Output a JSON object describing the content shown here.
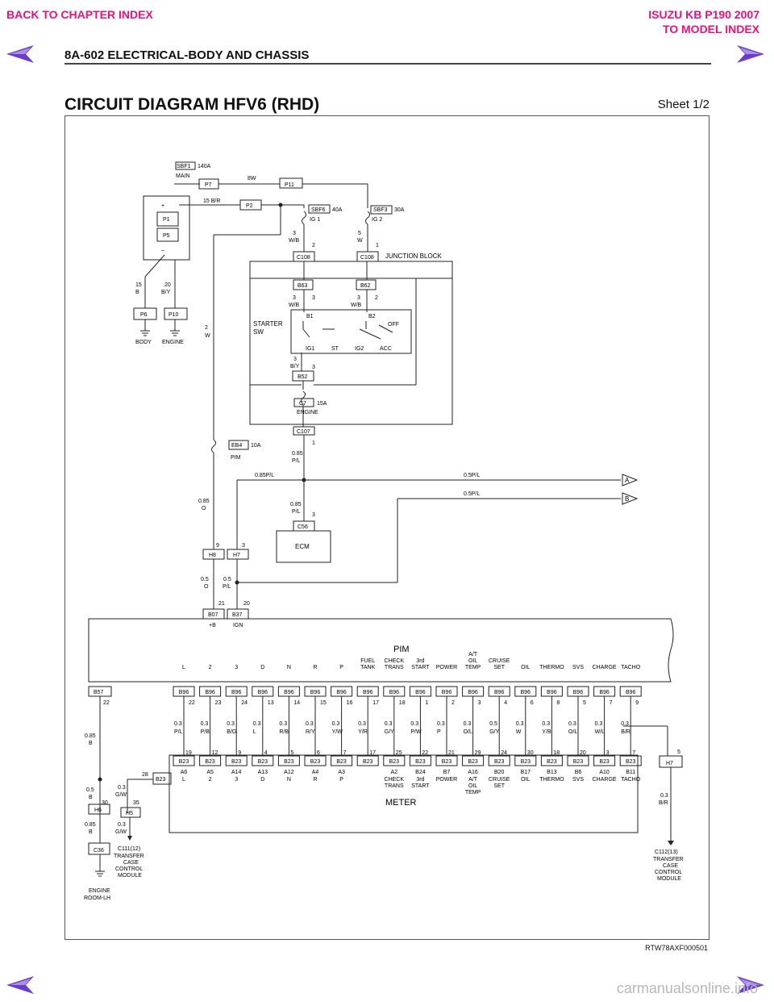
{
  "nav": {
    "back": "BACK TO CHAPTER INDEX",
    "model_title": "ISUZU KB P190 2007",
    "model_link": "TO MODEL INDEX",
    "accent": "#e8127a",
    "arrow_color": "#6a3cc8"
  },
  "header": {
    "section": "8A-602  ELECTRICAL-BODY AND CHASSIS",
    "title": "CIRCUIT DIAGRAM HFV6 (RHD)",
    "sheet": "Sheet 1/2"
  },
  "footer": {
    "code": "RTW78AXF000501",
    "watermark": "carmanualsonline.info"
  },
  "diagram": {
    "battery": {
      "plus": "+",
      "minus": "–",
      "p1": "P1",
      "p5": "P5"
    },
    "main_fuse": {
      "id": "SBF1",
      "rating": "140A",
      "label": "MAIN",
      "conn": "P7"
    },
    "wire_8w": "8W",
    "p11": "P11",
    "wire_15br": "15 B/R",
    "p2": "P2",
    "sbf6": {
      "id": "SBF6",
      "rating": "40A",
      "label": "IG 1"
    },
    "sbf3": {
      "id": "SBF3",
      "rating": "30A",
      "label": "IG 2"
    },
    "ground_left": {
      "wire_size": "15",
      "wire_color": "B",
      "conn": "P6",
      "label": "BODY"
    },
    "ground_right": {
      "wire_size": "20",
      "wire_color": "B/Y",
      "conn": "P10",
      "label": "ENGINE"
    },
    "wire_2w": {
      "size": "2",
      "color": "W"
    },
    "w_3wb": {
      "size": "3",
      "color": "W/B",
      "pin": "2"
    },
    "w_5w": {
      "size": "5",
      "color": "W",
      "pin": "1"
    },
    "c108": "C108",
    "junction_block": "JUNCTION BLOCK",
    "b63": "B63",
    "b62": "B62",
    "w_3wb_2": {
      "size": "3",
      "color": "W/B",
      "pin": "3"
    },
    "w_3wb_3": {
      "size": "3",
      "color": "W/B",
      "pin": "2"
    },
    "starter": {
      "label1": "STARTER",
      "label2": "SW",
      "b1": "B1",
      "b2": "B2",
      "off": "OFF",
      "ig1": "IG1",
      "st": "ST",
      "ig2": "IG2",
      "acc": "ACC"
    },
    "w_3by": {
      "size": "3",
      "color": "B/Y",
      "pin": "3"
    },
    "b52": "B52",
    "c7": {
      "id": "C7",
      "rating": "15A",
      "label": "ENGINE"
    },
    "c107": {
      "id": "C107",
      "pin": "1"
    },
    "eb4": {
      "id": "EB4",
      "rating": "10A",
      "label": "PIM"
    },
    "w_085pl": {
      "size": "0.85",
      "color": "P/L"
    },
    "w_085pl_top": "0.85P/L",
    "w_05pl_a": "0.5P/L",
    "w_05pl_b": "0.5P/L",
    "conn_a": "A",
    "conn_b": "B",
    "w_085o": {
      "size": "0.85",
      "color": "O"
    },
    "w_085pl_2": {
      "size": "0.85",
      "color": "P/L",
      "pin": "3"
    },
    "c56": "C56",
    "ecm": "ECM",
    "h8": {
      "id": "H8",
      "pin": "9"
    },
    "h7": {
      "id": "H7",
      "pin": "3"
    },
    "w_05o": {
      "size": "0.5",
      "color": "O"
    },
    "w_05pl_c": {
      "size": "0.5",
      "color": "P/L"
    },
    "b07": {
      "id": "B07",
      "pin": "21",
      "label": "+B"
    },
    "b37": {
      "id": "B37",
      "pin": "20",
      "label": "IGN"
    },
    "pim_label": "PIM",
    "b57": {
      "id": "B57",
      "pin": "22"
    },
    "pim_signals": [
      {
        "name": "L",
        "conn": "B96",
        "pin": "22",
        "wire": "0.3 P/L",
        "meter_pin": "19",
        "meter_conn": "B23",
        "meter_term": "A6",
        "meter_label": "L"
      },
      {
        "name": "2",
        "conn": "B96",
        "pin": "23",
        "wire": "0.3 P/B",
        "meter_pin": "12",
        "meter_conn": "B23",
        "meter_term": "A5",
        "meter_label": "2"
      },
      {
        "name": "3",
        "conn": "B96",
        "pin": "24",
        "wire": "0.3 B/G",
        "meter_pin": "9",
        "meter_conn": "B23",
        "meter_term": "A14",
        "meter_label": "3"
      },
      {
        "name": "D",
        "conn": "B96",
        "pin": "13",
        "wire": "0.3 L",
        "meter_pin": "4",
        "meter_conn": "B23",
        "meter_term": "A13",
        "meter_label": "D"
      },
      {
        "name": "N",
        "conn": "B96",
        "pin": "14",
        "wire": "0.3 R/B",
        "meter_pin": "5",
        "meter_conn": "B23",
        "meter_term": "A12",
        "meter_label": "N"
      },
      {
        "name": "R",
        "conn": "B96",
        "pin": "15",
        "wire": "0.3 R/Y",
        "meter_pin": "6",
        "meter_conn": "B23",
        "meter_term": "A4",
        "meter_label": "R"
      },
      {
        "name": "P",
        "conn": "B96",
        "pin": "16",
        "wire": "0.3 Y/W",
        "meter_pin": "7",
        "meter_conn": "B23",
        "meter_term": "A3",
        "meter_label": "P"
      },
      {
        "name": "FUEL TANK",
        "conn": "B96",
        "pin": "17",
        "wire": "0.3 Y/R",
        "meter_pin": "17",
        "meter_conn": "B23",
        "meter_term": "",
        "meter_label": ""
      },
      {
        "name": "CHECK TRANS",
        "conn": "B96",
        "pin": "18",
        "wire": "0.3 G/Y",
        "meter_pin": "25",
        "meter_conn": "B23",
        "meter_term": "A2",
        "meter_label": "CHECK TRANS"
      },
      {
        "name": "3rd START",
        "conn": "B96",
        "pin": "1",
        "wire": "0.3 P/W",
        "meter_pin": "22",
        "meter_conn": "B23",
        "meter_term": "B24",
        "meter_label": "3rd START"
      },
      {
        "name": "POWER",
        "conn": "B96",
        "pin": "2",
        "wire": "0.3 P",
        "meter_pin": "21",
        "meter_conn": "B23",
        "meter_term": "B7",
        "meter_label": "POWER"
      },
      {
        "name": "A/T OIL TEMP",
        "conn": "B96",
        "pin": "3",
        "wire": "0.3 O/L",
        "meter_pin": "29",
        "meter_conn": "B23",
        "meter_term": "A16",
        "meter_label": "A/T OIL TEMP"
      },
      {
        "name": "CRUISE SET",
        "conn": "B96",
        "pin": "4",
        "wire": "0.5 G/Y",
        "meter_pin": "24",
        "meter_conn": "B23",
        "meter_term": "B20",
        "meter_label": "CRUISE SET"
      },
      {
        "name": "OIL",
        "conn": "B96",
        "pin": "6",
        "wire": "0.3 W",
        "meter_pin": "30",
        "meter_conn": "B23",
        "meter_term": "B17",
        "meter_label": "OIL"
      },
      {
        "name": "THERMO",
        "conn": "B96",
        "pin": "8",
        "wire": "0.3 Y/B",
        "meter_pin": "18",
        "meter_conn": "B23",
        "meter_term": "B13",
        "meter_label": "THERMO"
      },
      {
        "name": "SVS",
        "conn": "B96",
        "pin": "5",
        "wire": "0.3 O/L",
        "meter_pin": "20",
        "meter_conn": "B23",
        "meter_term": "B6",
        "meter_label": "SVS"
      },
      {
        "name": "CHARGE",
        "conn": "B96",
        "pin": "7",
        "wire": "0.3 W/L",
        "meter_pin": "3",
        "meter_conn": "B23",
        "meter_term": "A10",
        "meter_label": "CHARGE"
      },
      {
        "name": "TACHO",
        "conn": "B96",
        "pin": "9",
        "wire": "0.3 B/R",
        "meter_pin": "7",
        "meter_conn": "B23",
        "meter_term": "B11",
        "meter_label": "TACHO"
      }
    ],
    "w_085b": {
      "size": "0.85",
      "color": "B"
    },
    "b23_side": {
      "id": "B23",
      "pin": "28"
    },
    "w_03gw": {
      "size": "0.3",
      "color": "G/W"
    },
    "w_05b": {
      "size": "0.5",
      "color": "B"
    },
    "h6": {
      "id": "H6",
      "pin": "30"
    },
    "h5": {
      "id": "H5",
      "pin": "35"
    },
    "w_03gw_2": {
      "size": "0.3",
      "color": "G/W"
    },
    "w_085b_2": {
      "size": "0.85",
      "color": "B"
    },
    "c36": "C36",
    "tccm_left": {
      "conn": "C111(12)",
      "l1": "TRANSFER",
      "l2": "CASE",
      "l3": "CONTROL",
      "l4": "MODULE"
    },
    "ground_engine": {
      "l1": "ENGINE",
      "l2": "ROOM-LH"
    },
    "meter_label": "METER",
    "h7b": {
      "id": "H7",
      "pin": "5"
    },
    "w_03br": {
      "size": "0.3",
      "color": "B/R"
    },
    "tccm_right": {
      "conn": "C112(13)",
      "l1": "TRANSFER",
      "l2": "CASE",
      "l3": "CONTROL",
      "l4": "MODULE"
    }
  }
}
